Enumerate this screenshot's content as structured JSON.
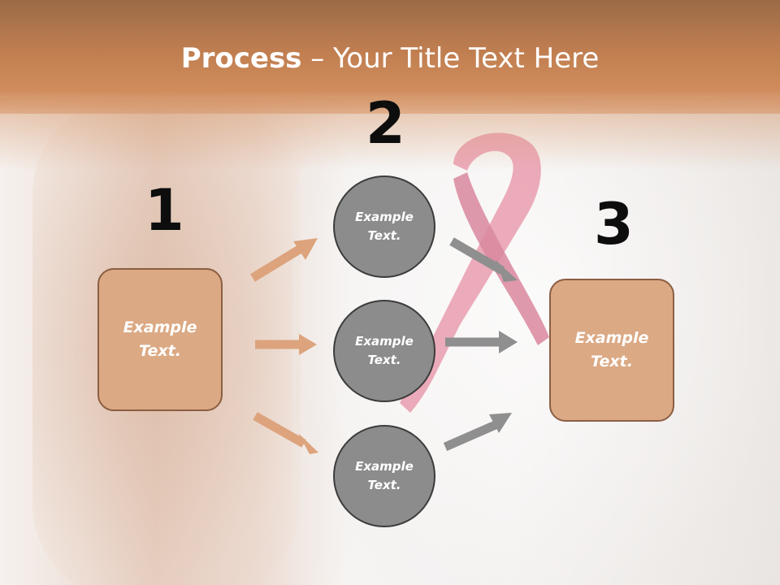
{
  "title": {
    "bold": "Process",
    "rest": " – Your Title Text Here"
  },
  "steps": [
    {
      "number": "1",
      "box": {
        "line1": "Example",
        "line2": "Text."
      }
    },
    {
      "number": "2",
      "circles": [
        {
          "line1": "Example",
          "line2": "Text."
        },
        {
          "line1": "Example",
          "line2": "Text."
        },
        {
          "line1": "Example",
          "line2": "Text."
        }
      ]
    },
    {
      "number": "3",
      "box": {
        "line1": "Example",
        "line2": "Text."
      }
    }
  ],
  "colors": {
    "box_fill": "#dba984",
    "box_border": "#8b5e43",
    "circle_fill": "#8c8c8c",
    "circle_border": "#3c3c3c",
    "arrow_in": "#dca37c",
    "arrow_out": "#8f8f8f",
    "title_band": "#c88552"
  },
  "icons": {
    "ribbon": "pink-awareness-ribbon"
  }
}
